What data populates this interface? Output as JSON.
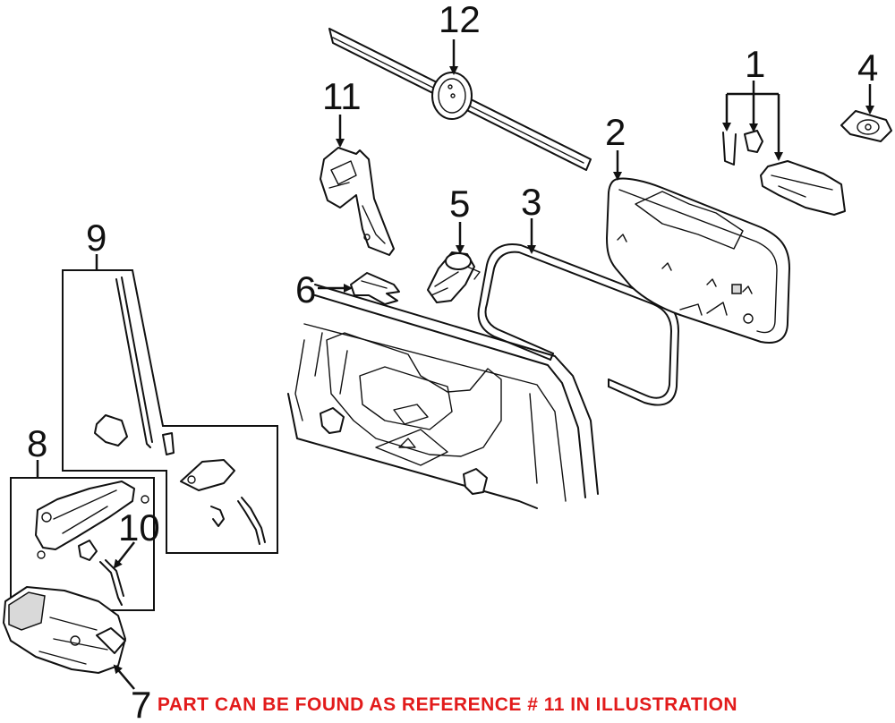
{
  "callouts": {
    "c1": "1",
    "c2": "2",
    "c3": "3",
    "c4": "4",
    "c5": "5",
    "c6": "6",
    "c7": "7",
    "c8": "8",
    "c9": "9",
    "c10": "10",
    "c11": "11",
    "c12": "12"
  },
  "footer_note": "PART CAN BE FOUND AS REFERENCE # 11 IN ILLUSTRATION",
  "colors": {
    "note": "#e21b1b",
    "line": "#111111"
  }
}
